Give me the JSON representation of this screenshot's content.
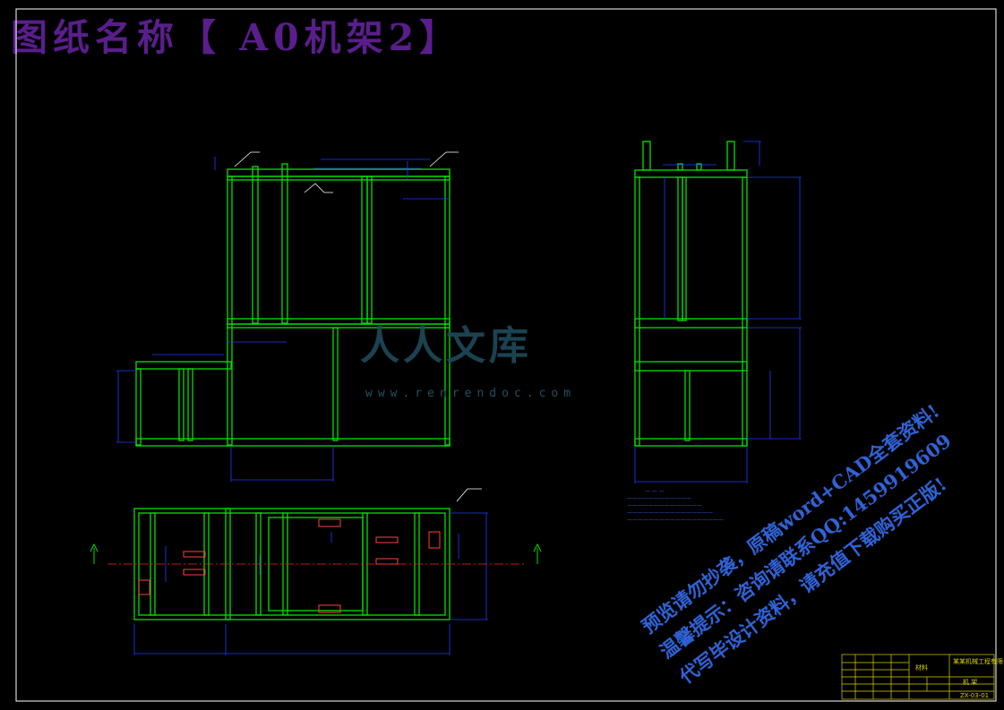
{
  "title": "图纸名称【 A0机架2】",
  "watermark": {
    "logo": "人人文库",
    "url": "www.renrendoc.com"
  },
  "promo": {
    "line1": "预览请勿抄袭，原稿word+CAD全套资料!",
    "line2": "温馨提示：咨询请联系QQ:1459919609",
    "line3": "代写毕设计资料，请充值下载购买正版!"
  },
  "colors": {
    "background": "#000000",
    "frame": "#ffffff",
    "structure": "#00e000",
    "dimension": "#1e3cff",
    "centerline": "#ff2020",
    "titleblock": "#d8d000",
    "title": "#5a1e8c"
  },
  "titleblock": {
    "part_name": "机 架",
    "material_label": "材料",
    "company": "某某机械工程有限公司",
    "drawing_no": "ZX-03-01"
  }
}
